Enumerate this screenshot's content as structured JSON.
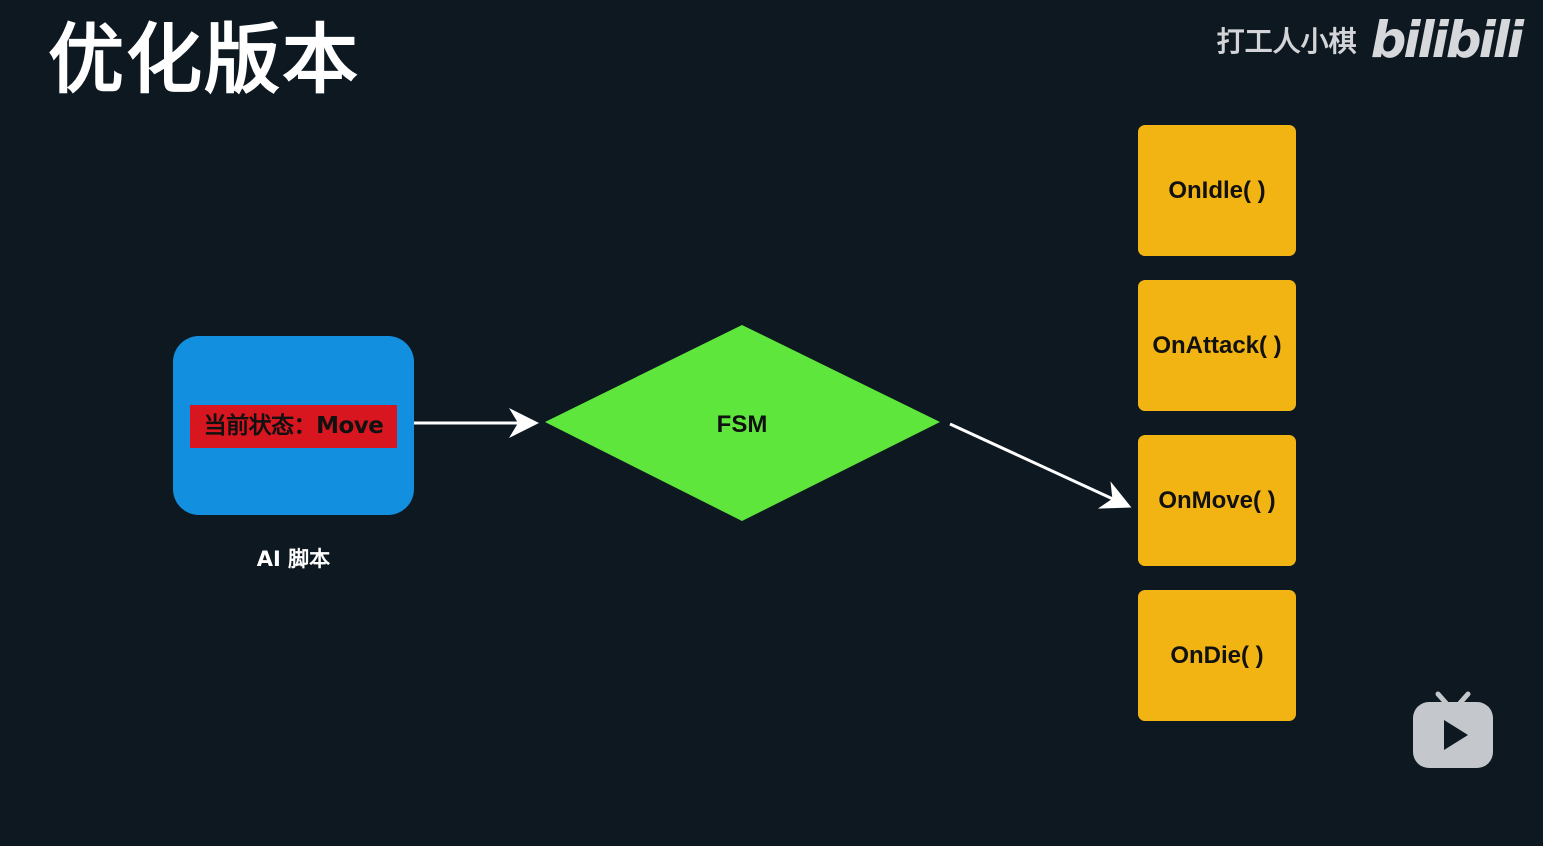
{
  "slide": {
    "title": "优化版本"
  },
  "watermark": {
    "author": "打工人小棋",
    "logo": "bilibili"
  },
  "ai_script": {
    "state_text": "当前状态：Move",
    "label": "AI 脚本"
  },
  "fsm": {
    "label": "FSM"
  },
  "functions": [
    {
      "label": "OnIdle( )"
    },
    {
      "label": "OnAttack( )"
    },
    {
      "label": "OnMove( )"
    },
    {
      "label": "OnDie( )"
    }
  ],
  "colors": {
    "background": "#0d1820",
    "ai_box": "#1290df",
    "state_bar": "#d81620",
    "fsm_diamond": "#5ee63c",
    "function_box": "#f2b413",
    "arrow": "#ffffff"
  },
  "icons": {
    "watermark_play": "tv-play-icon"
  }
}
